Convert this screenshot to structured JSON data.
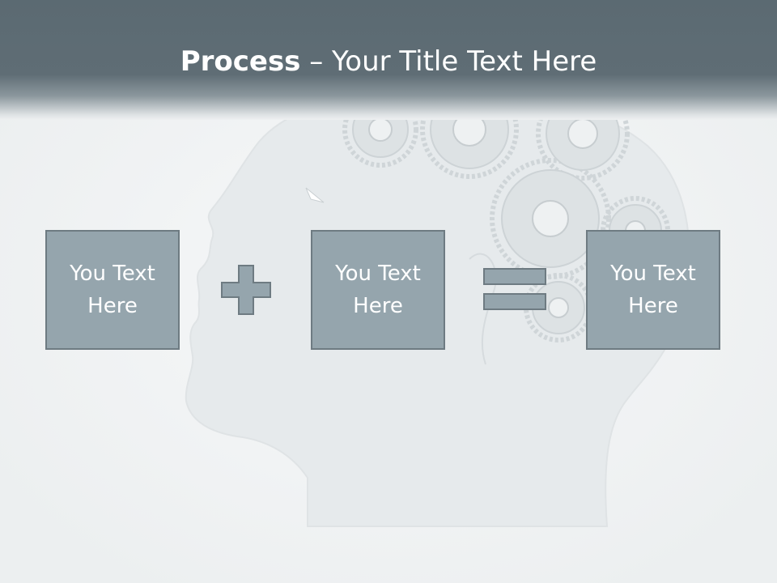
{
  "slide": {
    "title_bold": "Process",
    "title_rest": " – Your Title Text Here",
    "boxes": [
      {
        "text": "You Text Here"
      },
      {
        "text": "You Text Here"
      },
      {
        "text": "You Text Here"
      }
    ],
    "operators": [
      "plus",
      "equals"
    ],
    "background": "head-with-gears-icon"
  },
  "colors": {
    "title_bar": "#5f6d75",
    "box_fill": "#95a5ad",
    "box_border": "#6e7b82",
    "operator_fill": "#95a5ad",
    "background": "#f1f3f4"
  }
}
